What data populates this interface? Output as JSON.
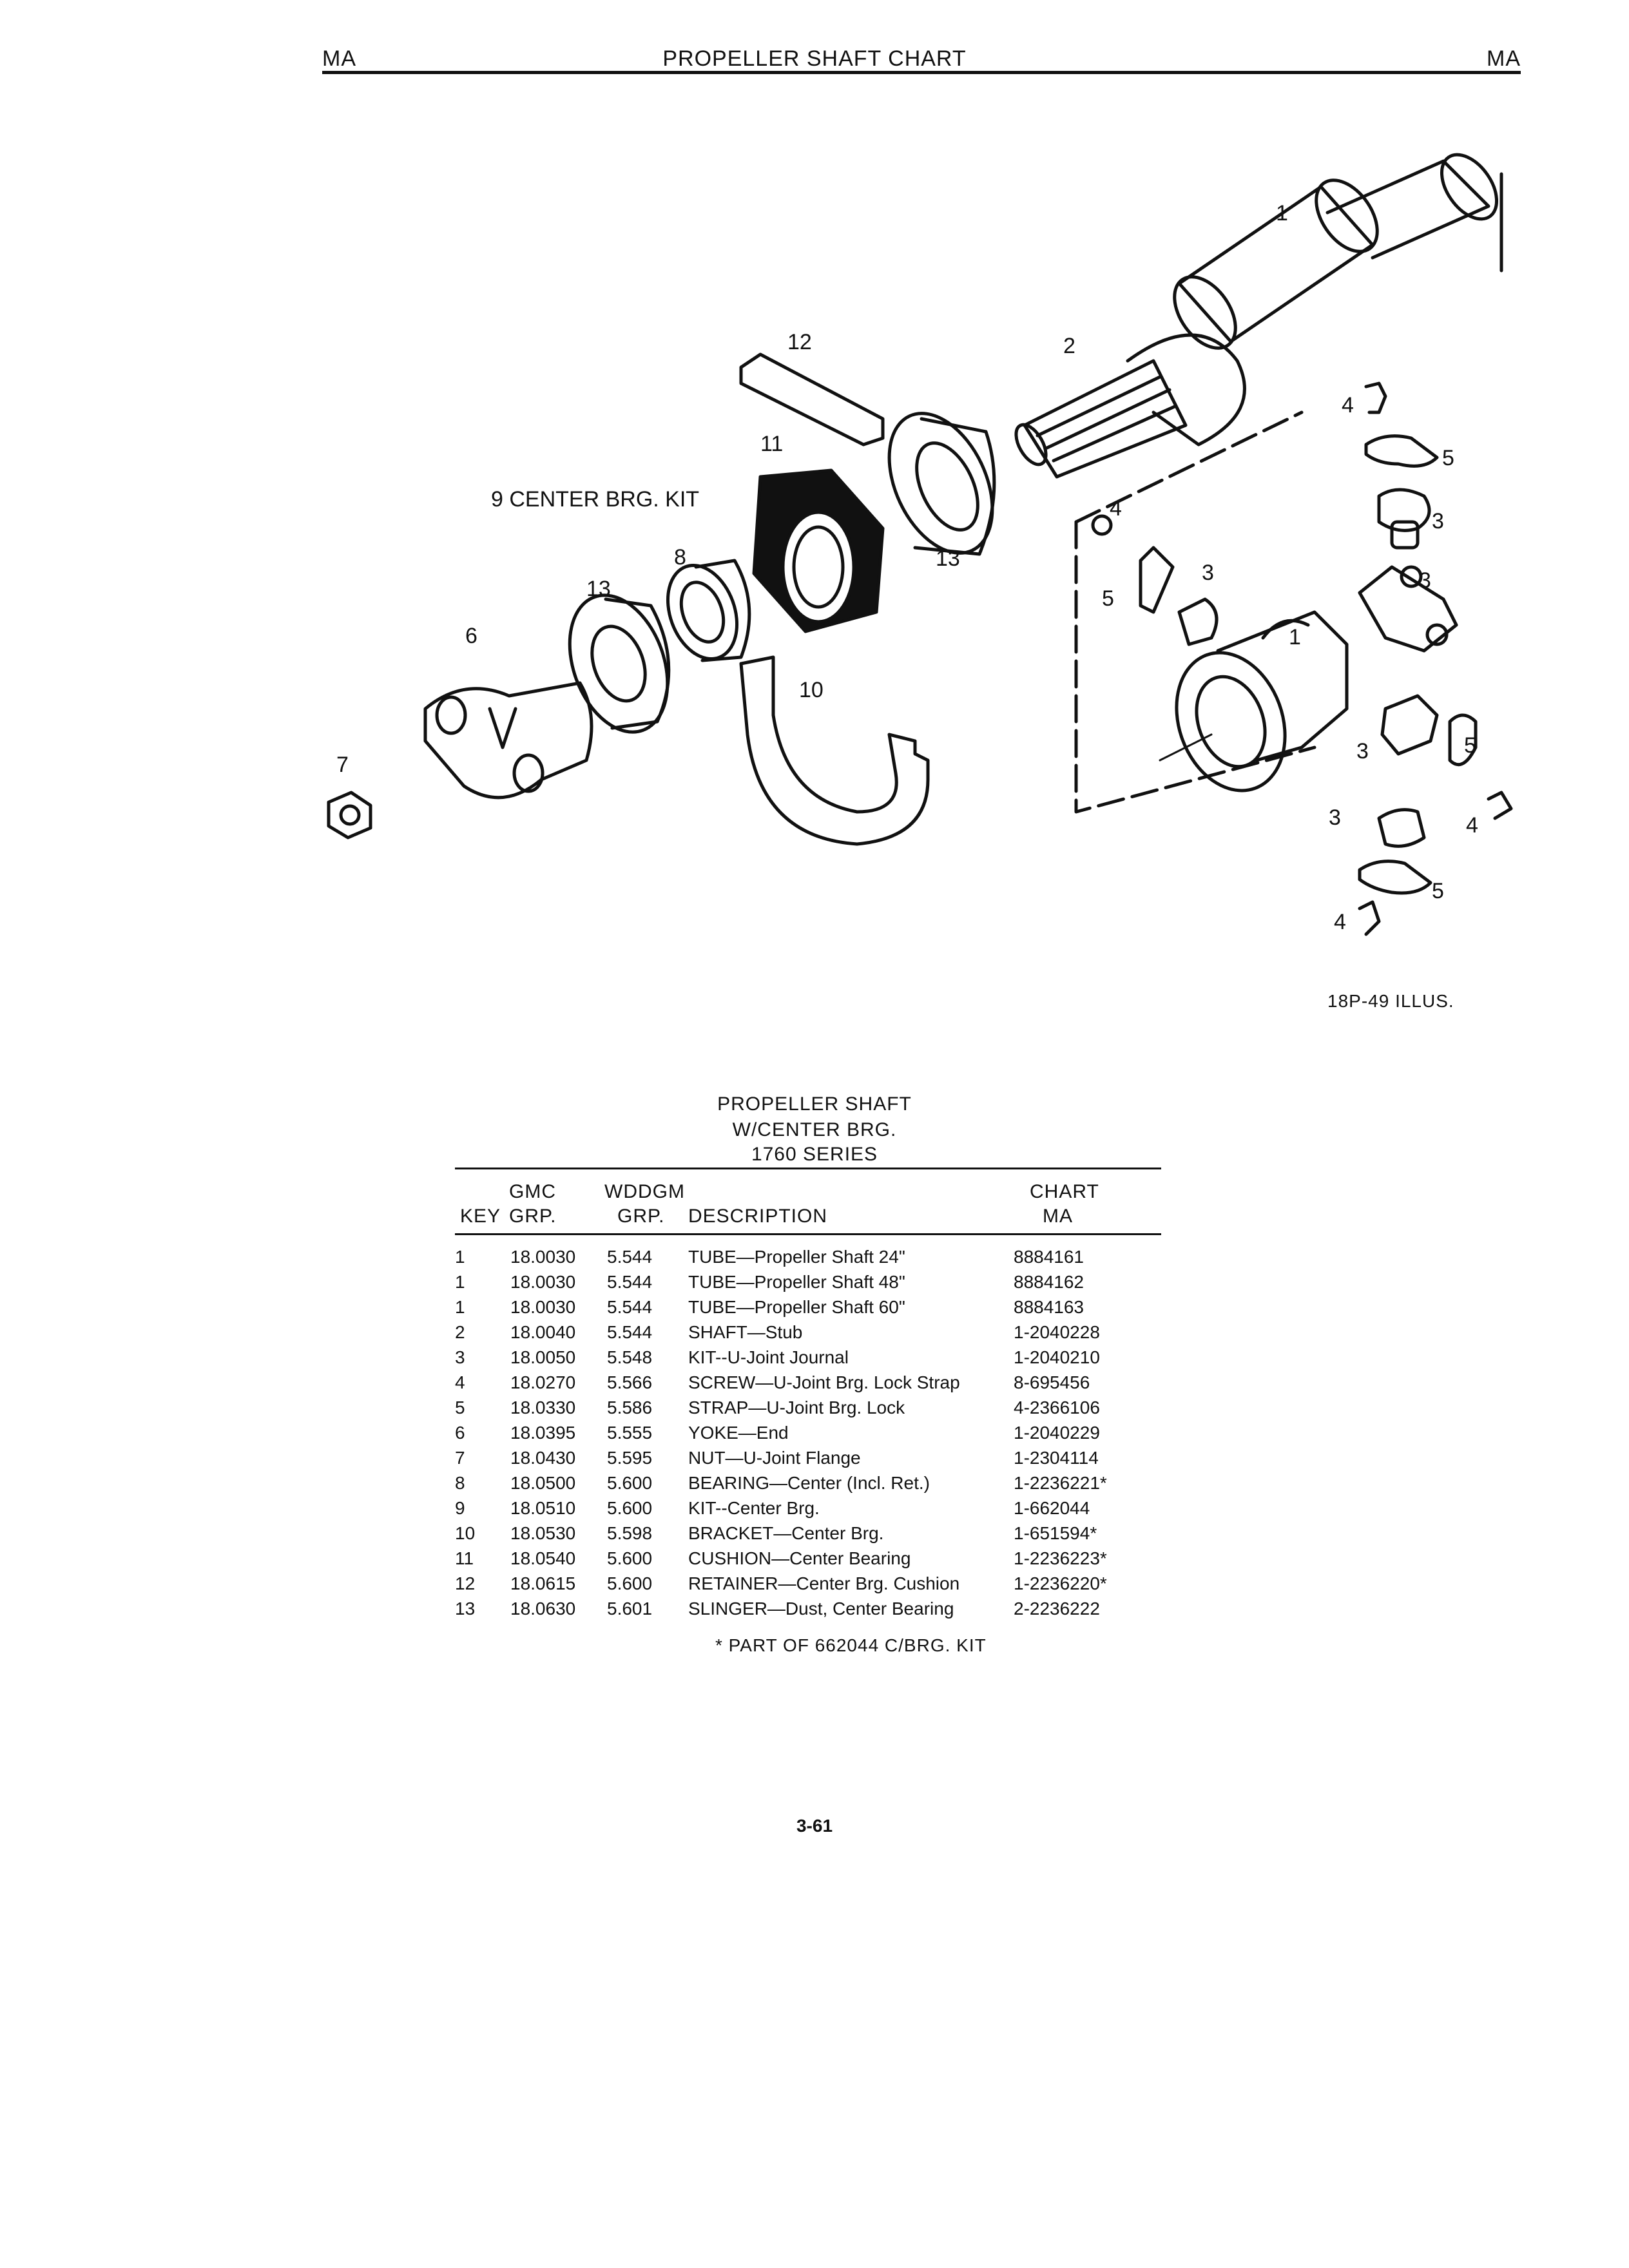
{
  "header": {
    "left": "MA",
    "center": "PROPELLER SHAFT CHART",
    "right": "MA"
  },
  "illustration": {
    "labels": {
      "l1a": "1",
      "l1b": "1",
      "l2": "2",
      "l3a": "3",
      "l3b": "3",
      "l3c": "3",
      "l3d": "3",
      "l3e": "3",
      "l4a": "4",
      "l4b": "4",
      "l4c": "4",
      "l4d": "4",
      "l5a": "5",
      "l5b": "5",
      "l5c": "5",
      "l5d": "5",
      "l6": "6",
      "l7": "7",
      "l8": "8",
      "l9": "9 CENTER BRG. KIT",
      "l10": "10",
      "l11": "11",
      "l12": "12",
      "l13a": "13",
      "l13b": "13"
    },
    "caption": "18P-49 ILLUS."
  },
  "table": {
    "title": [
      "PROPELLER SHAFT",
      "W/CENTER BRG.",
      "1760 SERIES"
    ],
    "headers": {
      "key": "KEY",
      "gmc_top": "GMC",
      "gmc_bottom": "GRP.",
      "wddgm_top": "WDDGM",
      "wddgm_bottom": "GRP.",
      "description": "DESCRIPTION",
      "chart_top": "CHART",
      "chart_bottom": "MA"
    },
    "rows": [
      {
        "key": "1",
        "gmc": "18.0030",
        "wddgm": "5.544",
        "description": "TUBE—Propeller Shaft 24\"",
        "chart": "8884161"
      },
      {
        "key": "1",
        "gmc": "18.0030",
        "wddgm": "5.544",
        "description": "TUBE—Propeller Shaft 48\"",
        "chart": "8884162"
      },
      {
        "key": "1",
        "gmc": "18.0030",
        "wddgm": "5.544",
        "description": "TUBE—Propeller Shaft 60\"",
        "chart": "8884163"
      },
      {
        "key": "2",
        "gmc": "18.0040",
        "wddgm": "5.544",
        "description": "SHAFT—Stub",
        "chart": "1-2040228"
      },
      {
        "key": "3",
        "gmc": "18.0050",
        "wddgm": "5.548",
        "description": "KIT--U-Joint Journal",
        "chart": "1-2040210"
      },
      {
        "key": "4",
        "gmc": "18.0270",
        "wddgm": "5.566",
        "description": "SCREW—U-Joint Brg. Lock Strap",
        "chart": "8-695456"
      },
      {
        "key": "5",
        "gmc": "18.0330",
        "wddgm": "5.586",
        "description": "STRAP—U-Joint Brg. Lock",
        "chart": "4-2366106"
      },
      {
        "key": "6",
        "gmc": "18.0395",
        "wddgm": "5.555",
        "description": "YOKE—End",
        "chart": "1-2040229"
      },
      {
        "key": "7",
        "gmc": "18.0430",
        "wddgm": "5.595",
        "description": "NUT—U-Joint Flange",
        "chart": "1-2304114"
      },
      {
        "key": "8",
        "gmc": "18.0500",
        "wddgm": "5.600",
        "description": "BEARING—Center (Incl. Ret.)",
        "chart": "1-2236221*"
      },
      {
        "key": "9",
        "gmc": "18.0510",
        "wddgm": "5.600",
        "description": "KIT--Center Brg.",
        "chart": "1-662044"
      },
      {
        "key": "10",
        "gmc": "18.0530",
        "wddgm": "5.598",
        "description": "BRACKET—Center Brg.",
        "chart": "1-651594*"
      },
      {
        "key": "11",
        "gmc": "18.0540",
        "wddgm": "5.600",
        "description": "CUSHION—Center Bearing",
        "chart": "1-2236223*"
      },
      {
        "key": "12",
        "gmc": "18.0615",
        "wddgm": "5.600",
        "description": "RETAINER—Center Brg. Cushion",
        "chart": "1-2236220*"
      },
      {
        "key": "13",
        "gmc": "18.0630",
        "wddgm": "5.601",
        "description": "SLINGER—Dust, Center Bearing",
        "chart": "2-2236222"
      }
    ],
    "footnote": "* PART OF 662044 C/BRG. KIT"
  },
  "page_number": "3-61"
}
